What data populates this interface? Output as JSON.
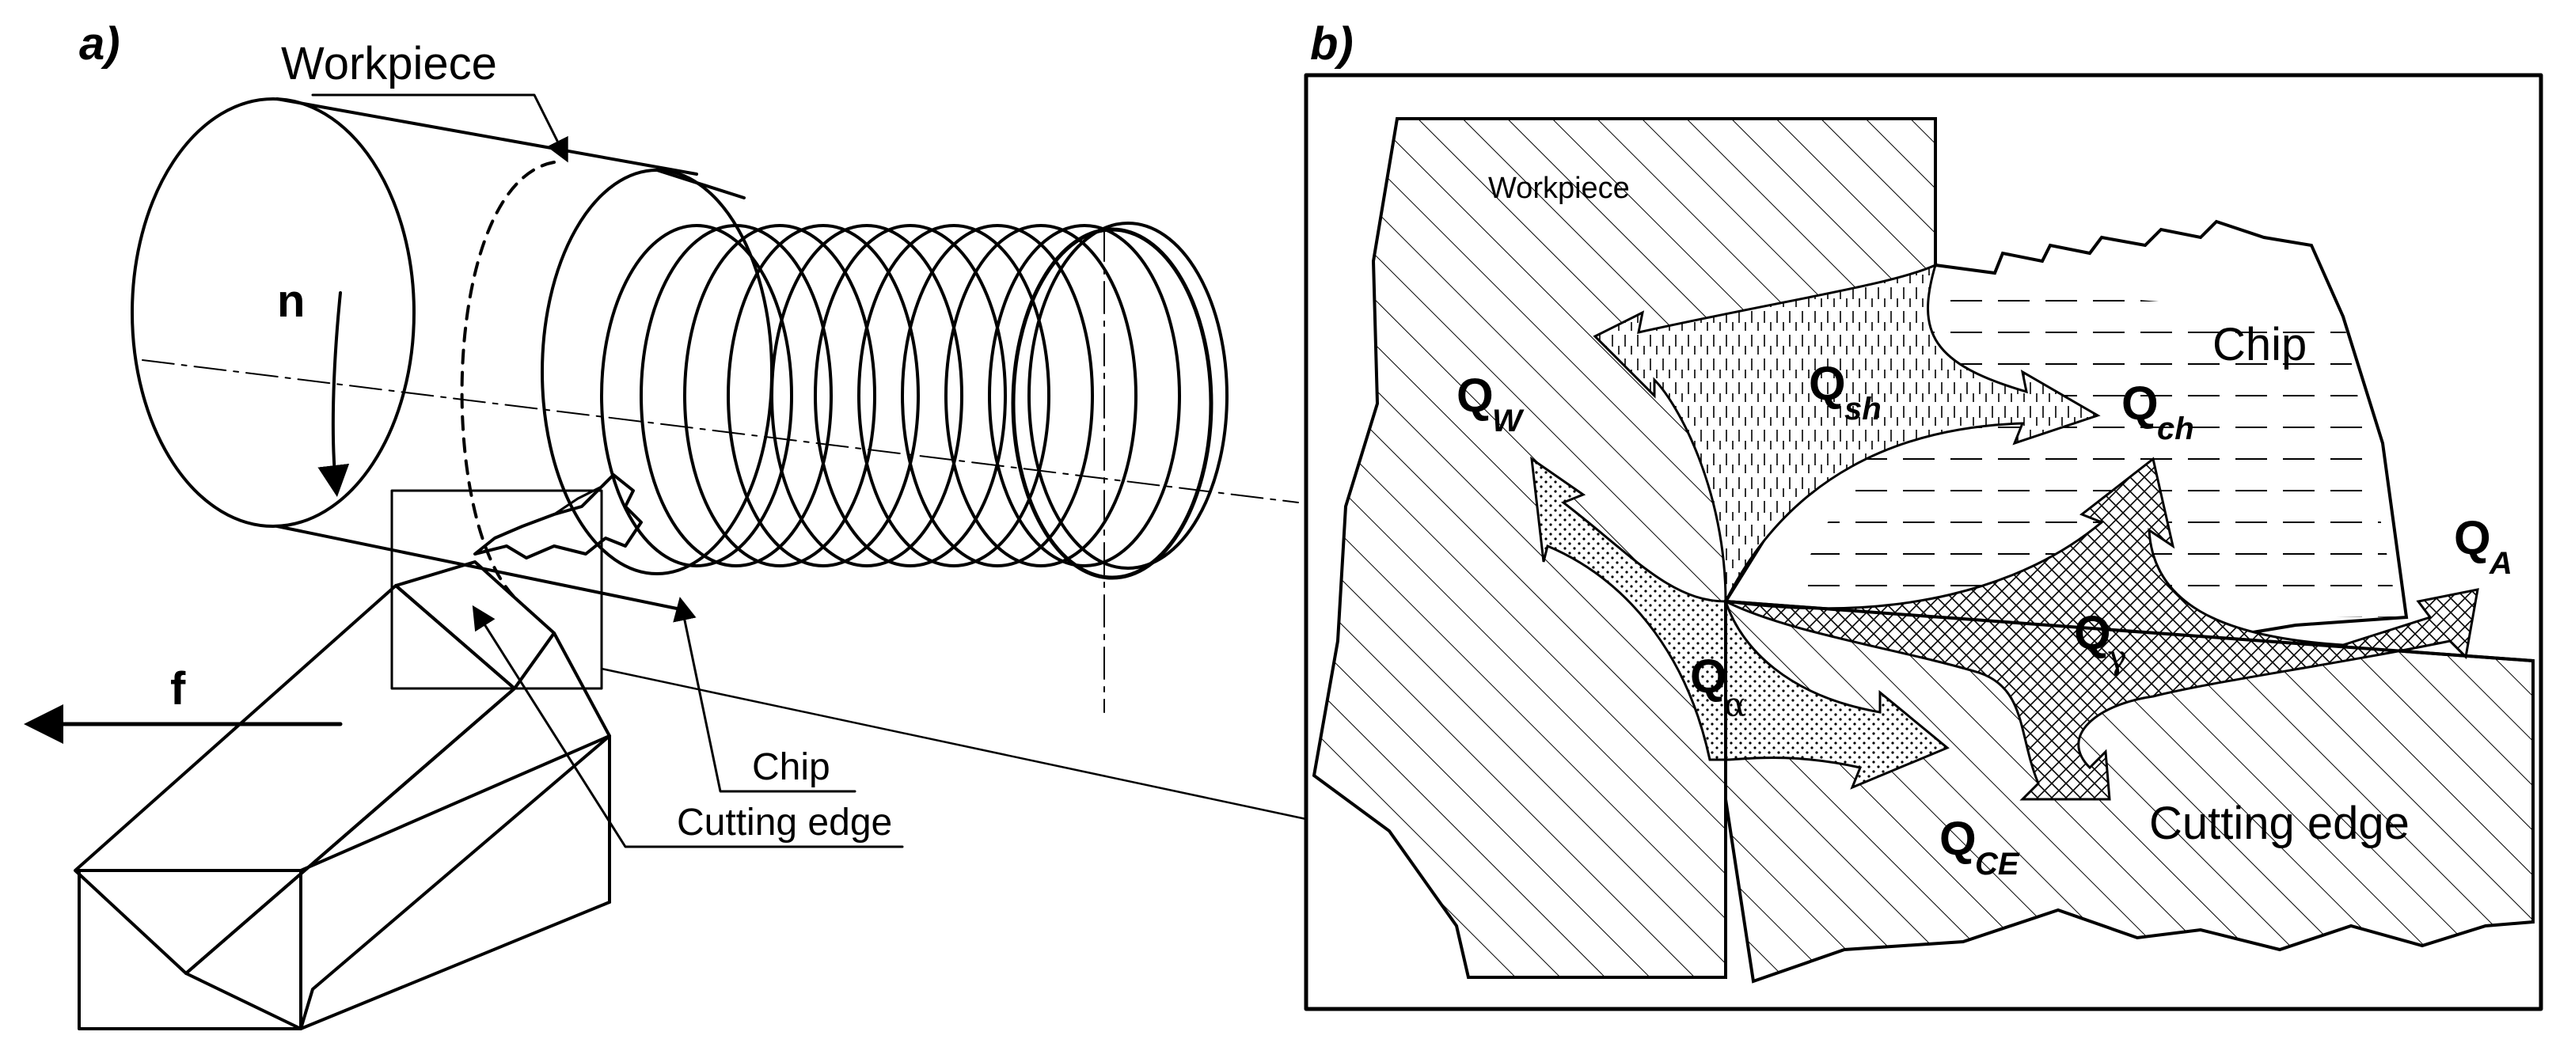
{
  "panels": {
    "a": {
      "tag": "a)",
      "labels": {
        "workpiece": "Workpiece",
        "n": "n",
        "f": "f",
        "chip": "Chip",
        "cutting_edge": "Cutting edge"
      }
    },
    "b": {
      "tag": "b)",
      "labels": {
        "workpiece": "Workpiece",
        "chip": "Chip",
        "cutting_edge": "Cutting edge"
      },
      "heat_flows": [
        {
          "main": "Q",
          "sub": "W"
        },
        {
          "main": "Q",
          "sub": "sh"
        },
        {
          "main": "Q",
          "sub": "ch"
        },
        {
          "main": "Q",
          "sub": "A"
        },
        {
          "main": "Q",
          "sub": "γ"
        },
        {
          "main": "Q",
          "sub": "α"
        },
        {
          "main": "Q",
          "sub": "CE"
        }
      ]
    }
  }
}
